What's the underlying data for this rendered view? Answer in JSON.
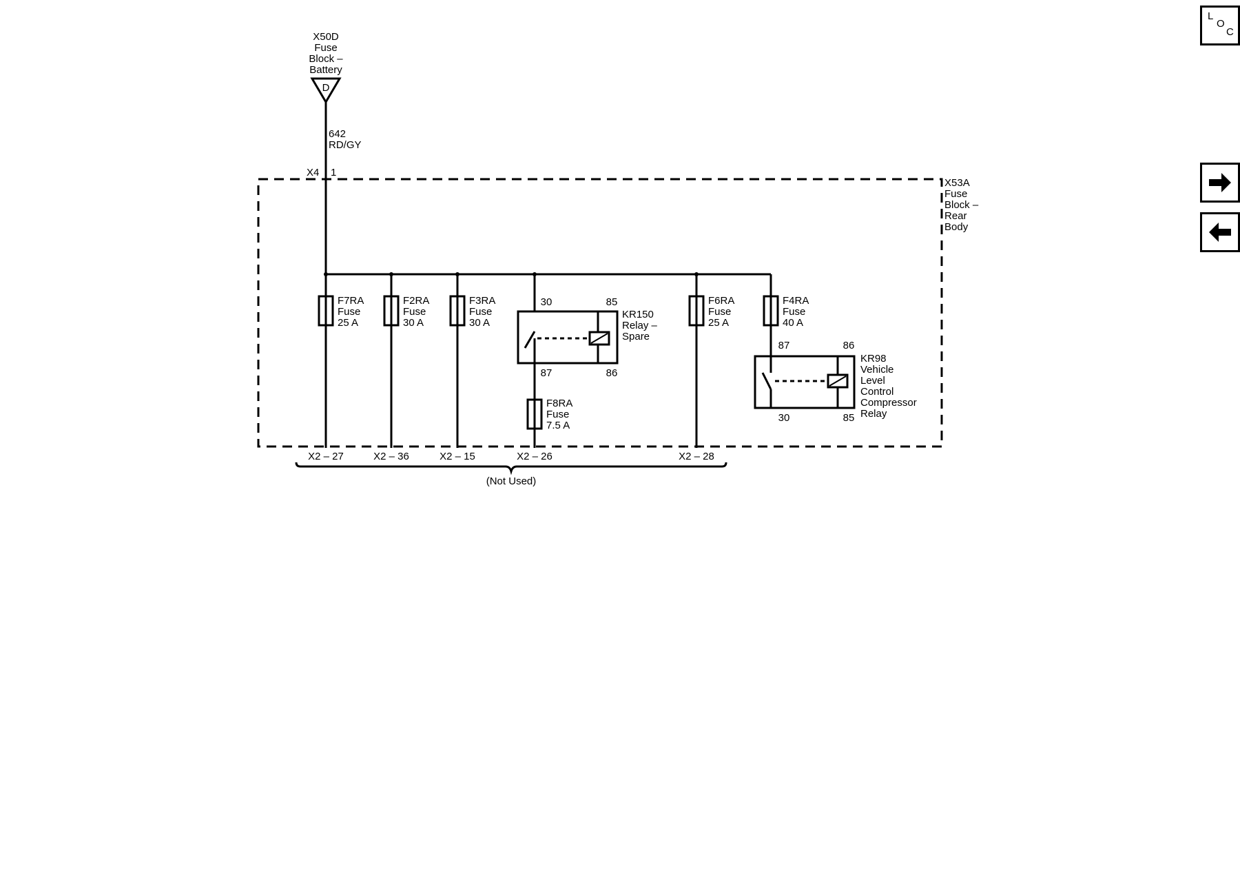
{
  "source": {
    "title": [
      "X50D",
      "Fuse",
      "Block –",
      "Battery"
    ],
    "terminal": "D"
  },
  "wire": {
    "circuit": "642",
    "color": "RD/GY"
  },
  "entry": {
    "connector": "X4",
    "pin": "1"
  },
  "fuse_block": {
    "title": [
      "X53A",
      "Fuse",
      "Block –",
      "Rear",
      "Body"
    ]
  },
  "fuses": [
    {
      "name": "F7RA",
      "type": "Fuse",
      "rating": "25 A"
    },
    {
      "name": "F2RA",
      "type": "Fuse",
      "rating": "30 A"
    },
    {
      "name": "F3RA",
      "type": "Fuse",
      "rating": "30 A"
    },
    {
      "name": "F6RA",
      "type": "Fuse",
      "rating": "25 A"
    },
    {
      "name": "F4RA",
      "type": "Fuse",
      "rating": "40 A"
    },
    {
      "name": "F8RA",
      "type": "Fuse",
      "rating": "7.5 A"
    }
  ],
  "relays": [
    {
      "name": [
        "KR150",
        "Relay –",
        "Spare"
      ],
      "pins": {
        "a": "30",
        "b": "85",
        "c": "87",
        "d": "86"
      }
    },
    {
      "name": [
        "KR98",
        "Vehicle",
        "Level",
        "Control",
        "Compressor",
        "Relay"
      ],
      "pins": {
        "a": "87",
        "b": "86",
        "c": "30",
        "d": "85"
      }
    }
  ],
  "outputs": [
    "X2 – 27",
    "X2 – 36",
    "X2 – 15",
    "X2 – 26",
    "X2 – 28"
  ],
  "bracket_note": "(Not Used)",
  "nav": {
    "loc_letters": [
      "L",
      "O",
      "C"
    ],
    "next_icon": "arrow-right-icon",
    "prev_icon": "arrow-left-icon"
  }
}
